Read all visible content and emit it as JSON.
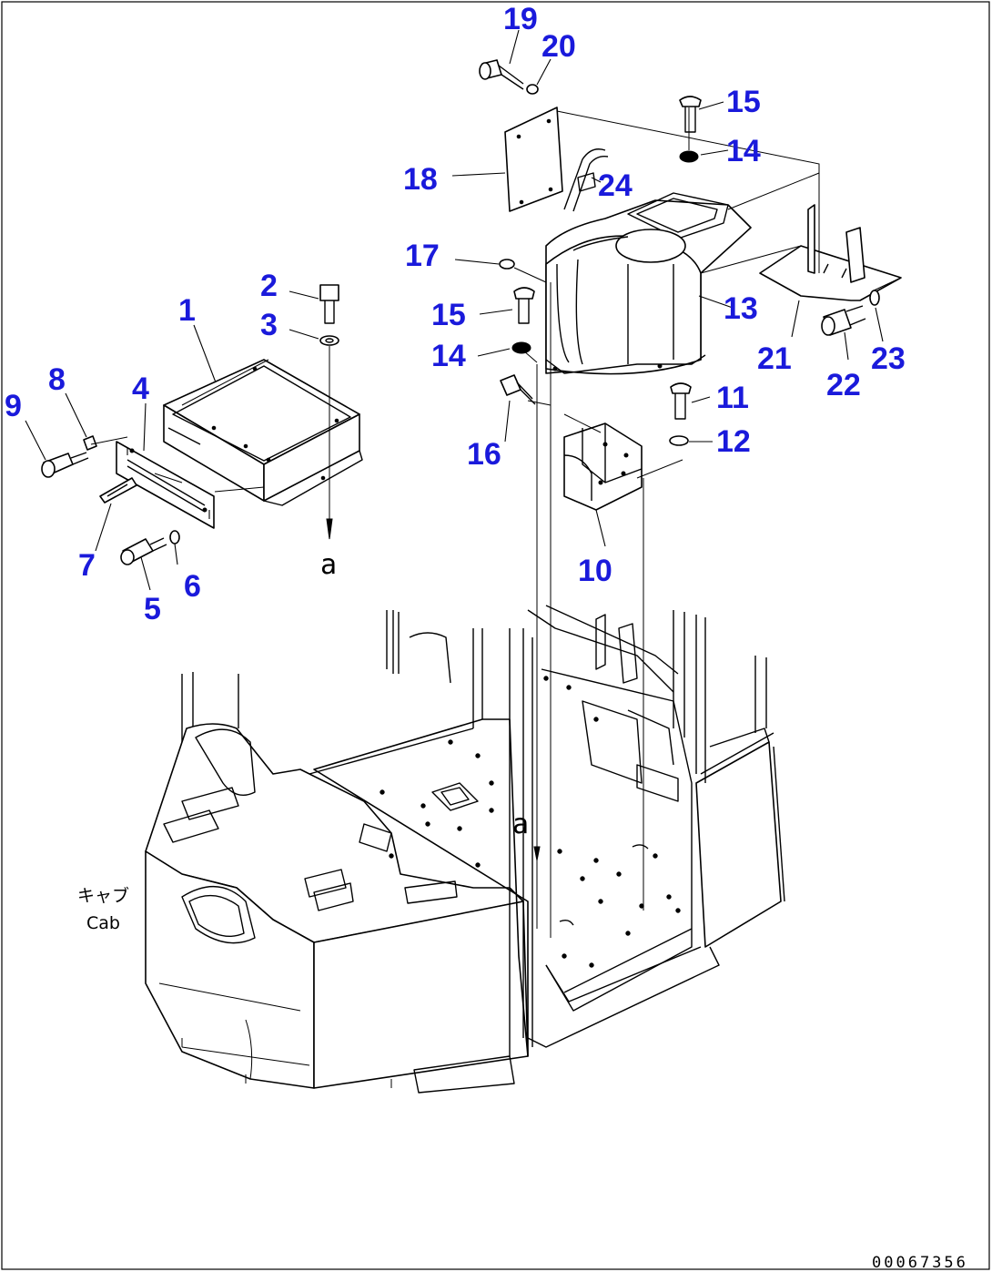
{
  "diagram": {
    "drawing_number": "00067356",
    "cab_label_jp": "キャブ",
    "cab_label_en": "Cab",
    "reference_marks": [
      "a",
      "a"
    ],
    "callouts": [
      "1",
      "2",
      "3",
      "4",
      "5",
      "6",
      "7",
      "8",
      "9",
      "10",
      "11",
      "12",
      "13",
      "14",
      "15",
      "16",
      "17",
      "18",
      "19",
      "20",
      "21",
      "22",
      "23",
      "24",
      "15",
      "14"
    ]
  }
}
